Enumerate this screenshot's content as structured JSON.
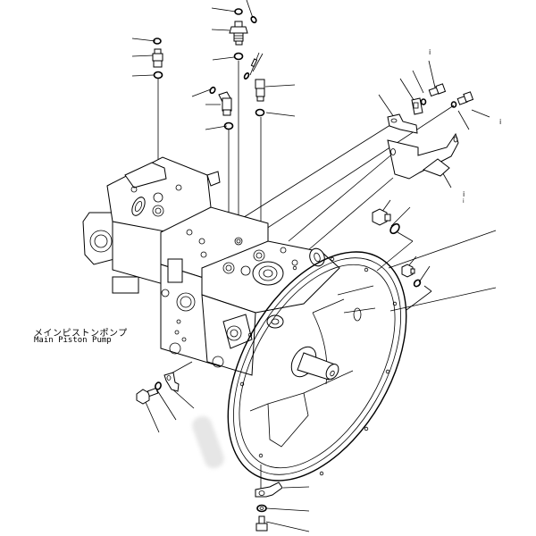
{
  "diagram": {
    "title_jp": "メインピストンポンプ",
    "title_en": "Main Piston Pump",
    "callout_marks": [
      "i",
      "i",
      "i",
      "i"
    ],
    "colors": {
      "line": "#000000",
      "background": "#ffffff",
      "smudge": "#e6e6e6"
    },
    "parts": [
      "pump-body-rear-block",
      "pump-body-center-block",
      "pump-body-front-block",
      "flywheel-housing-flange",
      "input-shaft",
      "top-fitting-elbow",
      "top-fitting-straight",
      "left-fitting-straight",
      "center-fitting-elbow",
      "o-rings",
      "upper-right-bracket",
      "mounting-bolts",
      "washers",
      "plug-with-o-ring",
      "lower-clamp-plate",
      "lower-bolt",
      "left-clamp-bolt-set"
    ]
  }
}
